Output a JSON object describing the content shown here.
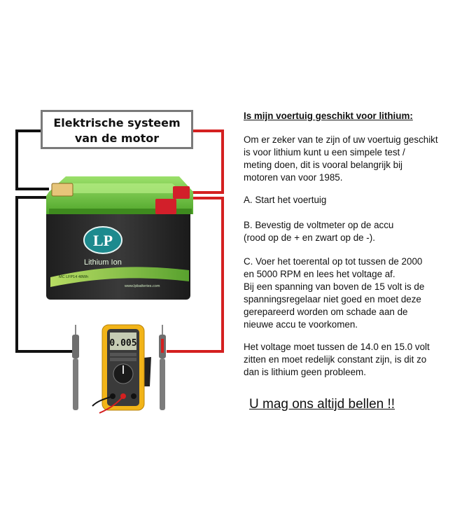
{
  "diagram_box": {
    "line1": "Elektrische systeem",
    "line2": "van de motor"
  },
  "battery": {
    "logo": "LP",
    "label": "Lithium Ion",
    "model": "MC LFP14 48Wh",
    "website": "www.lpbatteries.com"
  },
  "multimeter": {
    "display": "0.005"
  },
  "text": {
    "heading": "Is mijn voertuig geschikt voor lithium:",
    "intro": [
      "Om er zeker van te zijn of uw voertuig geschikt",
      "is voor lithium kunt u een simpele test /",
      "meting doen, dit is vooral belangrijk bij",
      "motoren van voor 1985."
    ],
    "step_a": "A. Start het voertuig",
    "step_b": [
      "B. Bevestig de voltmeter op de accu",
      "(rood op de + en zwart op de -)."
    ],
    "step_c": [
      "C. Voer het toerental op tot tussen de 2000",
      "en 5000 RPM en lees het voltage af.",
      "Bij een spanning van boven de 15 volt is de",
      "spanningsregelaar niet goed en moet deze",
      "gerepareerd worden om schade aan de",
      "nieuwe accu te voorkomen."
    ],
    "conclusion": [
      "Het voltage moet tussen de 14.0 en 15.0 volt",
      "zitten en moet redelijk constant zijn, is dit zo",
      "dan is lithium geen probleem."
    ],
    "call_to_action": "U mag ons altijd bellen !!"
  },
  "colors": {
    "red_wire": "#d42020",
    "black_wire": "#111111",
    "battery_green": "#6cc644",
    "battery_body": "#2b2b2b",
    "multimeter_yellow": "#f2b418"
  }
}
